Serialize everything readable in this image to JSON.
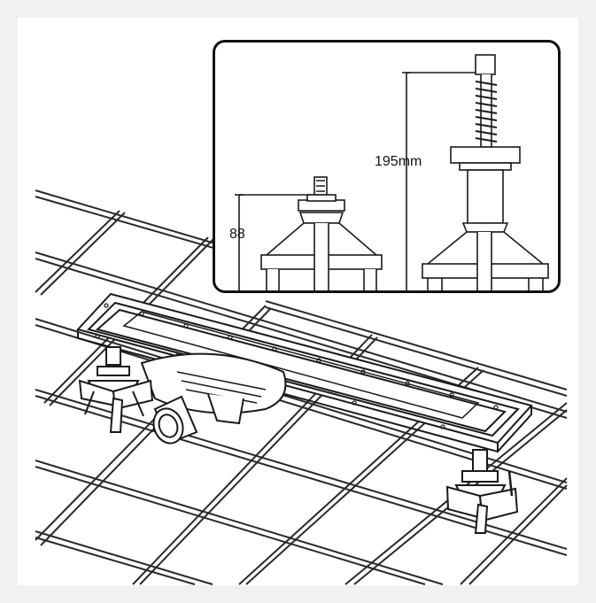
{
  "inset": {
    "short_dimension": "88",
    "tall_dimension": "195mm"
  },
  "colors": {
    "background": "#f1f1f1",
    "panel": "#ffffff",
    "line": "#1a1a1a",
    "grid_line": "#2a2a2a"
  },
  "icons": {
    "drain": "linear-shower-drain",
    "foot": "adjustable-leg"
  }
}
